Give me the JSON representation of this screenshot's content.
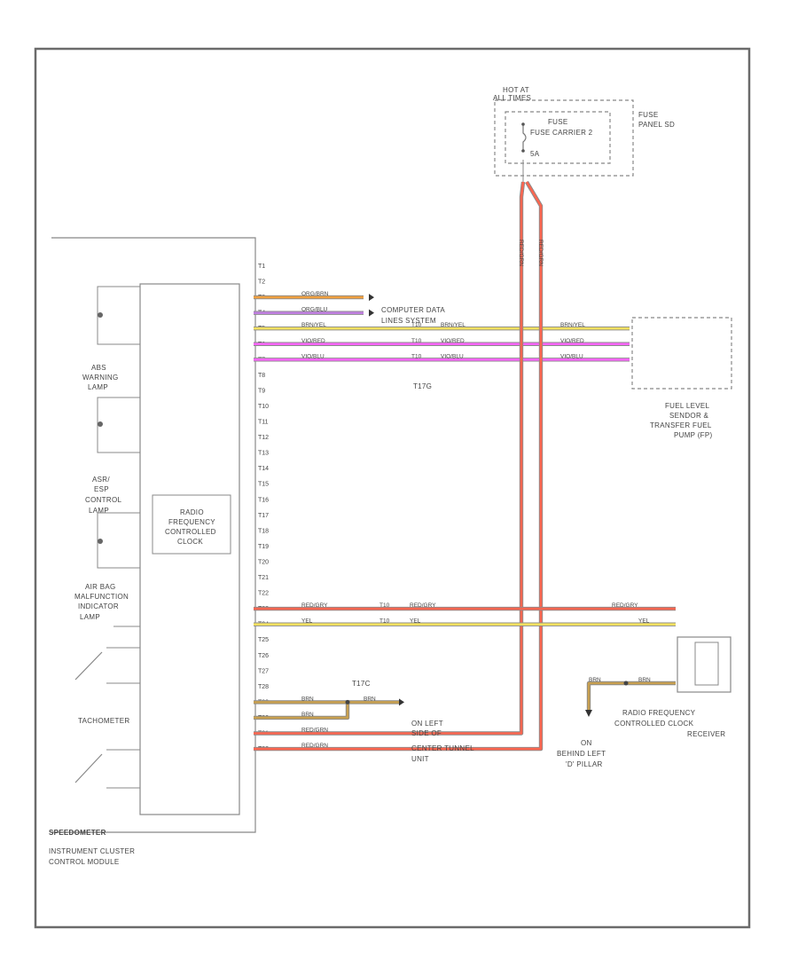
{
  "diagram": {
    "page_id": "",
    "fuse": {
      "hot_label_1": "HOT AT",
      "hot_label_2": "ALL TIMES",
      "carrier_line1": "FUSE",
      "carrier_line2": "FUSE CARRIER 2",
      "fuse_id": "5A",
      "panel_line1": "FUSE",
      "panel_line2": "PANEL SD",
      "wire_1": "RED/GRN",
      "wire_2": "RED/GRN"
    },
    "cluster": {
      "module_line1": "INSTRUMENT CLUSTER",
      "module_line2": "CONTROL MODULE",
      "speedometer": "SPEEDOMETER",
      "tachometer": "TACHOMETER",
      "clock_line1": "RADIO",
      "clock_line2": "FREQUENCY",
      "clock_line3": "CONTROLLED",
      "clock_line4": "CLOCK",
      "abs_line1": "ABS",
      "abs_line2": "WARNING",
      "abs_line3": "LAMP",
      "asr_line1": "ASR/",
      "asr_line2": "ESP",
      "asr_line3": "CONTROL",
      "asr_line4": "LAMP",
      "airbag_line1": "AIR BAG",
      "airbag_line2": "MALFUNCTION",
      "airbag_line3": "INDICATOR",
      "airbag_line4": "LAMP",
      "pins": [
        "T1",
        "T2",
        "T3",
        "T4",
        "T5",
        "T6",
        "T7",
        "T8",
        "T9",
        "T10",
        "T11",
        "T12",
        "T13",
        "T14",
        "T15",
        "T16",
        "T17",
        "T18",
        "T19",
        "T20",
        "T21",
        "T22",
        "T23",
        "T24",
        "T25",
        "T26",
        "T27",
        "T28",
        "T29",
        "T30",
        "T31",
        "T32"
      ]
    },
    "wires": {
      "w3": "ORG/BRN",
      "w4": "ORG/BLU",
      "w5": "BRN/YEL",
      "w6": "VIO/RED",
      "w7": "VIO/BLU",
      "w5b": "BRN/YEL",
      "w6b": "VIO/RED",
      "w7b": "VIO/BLU",
      "w5c": "BRN/YEL",
      "w6c": "VIO/RED",
      "w7c": "VIO/BLU",
      "c10_1": "T10",
      "c10_2": "T10",
      "c10_3": "T10",
      "w23": "RED/GRY",
      "w24": "YEL",
      "w23b": "RED/GRY",
      "w24b": "YEL",
      "w23c": "RED/GRY",
      "w24c": "YEL",
      "c23": "T10",
      "c24": "T10",
      "w29": "BRN",
      "w30": "BRN",
      "w29b": "BRN",
      "w31": "RED/GRN",
      "w32": "RED/GRN",
      "rx_gnd_1": "BRN",
      "rx_gnd_2": "BRN",
      "connector_1": "T17G",
      "connector_2": "T17C"
    },
    "computer_data_line1": "COMPUTER DATA",
    "computer_data_line2": "LINES SYSTEM",
    "fuel_line1": "FUEL LEVEL",
    "fuel_line2": "SENDOR &",
    "fuel_line3": "TRANSFER FUEL",
    "fuel_line4": "PUMP (FP)",
    "receiver_line1": "RADIO FREQUENCY",
    "receiver_line2": "CONTROLLED CLOCK",
    "receiver_line3": "RECEIVER",
    "ground_left_1": "ON LEFT",
    "ground_left_2": "SIDE OF",
    "ground_left_3": "CENTER TUNNEL",
    "ground_left_4": "UNIT",
    "ground_right_1": "ON",
    "ground_right_2": "BEHIND LEFT",
    "ground_right_3": "'D' PILLAR"
  },
  "colors": {
    "frame": "#6b6b6b",
    "orange": "#f0a040",
    "violet": "#c080e0",
    "yellow": "#f2e060",
    "magenta": "#ff66ff",
    "red": "#ff6650",
    "brown": "#c8a050"
  }
}
